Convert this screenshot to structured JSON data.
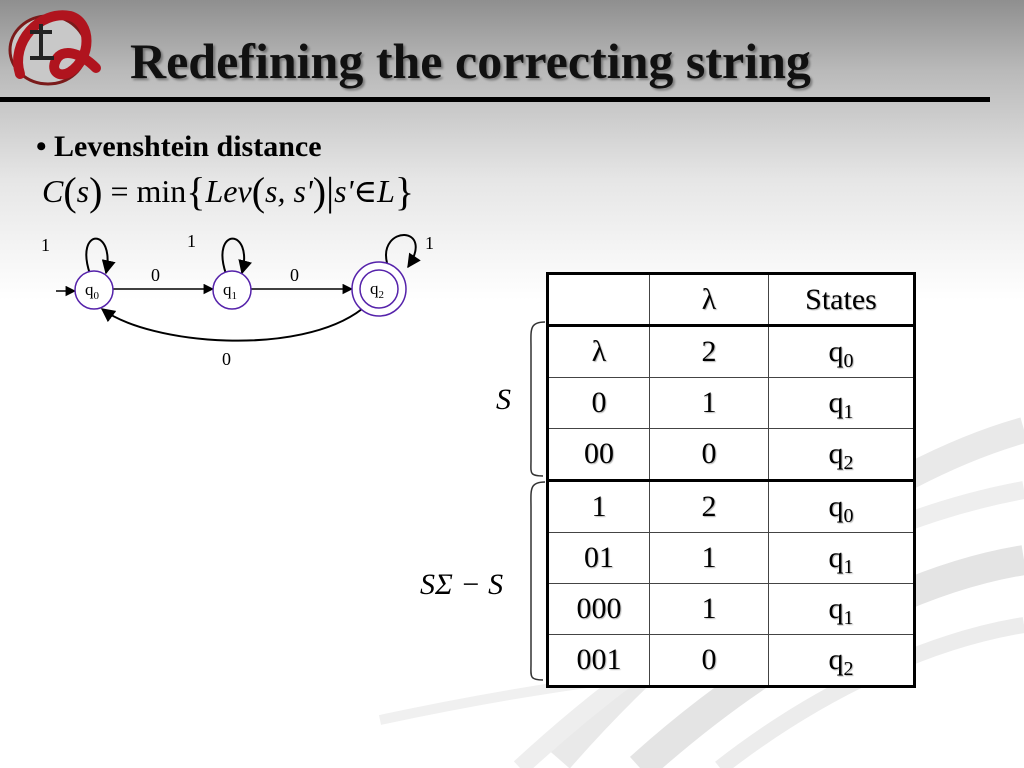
{
  "slide": {
    "title": "Redefining the correcting string",
    "bullet": "Levenshtein distance"
  },
  "formula": {
    "lhs_fn": "C",
    "lhs_arg": "s",
    "equals": "=",
    "op": "min",
    "inner_fn": "Lev",
    "inner_args": "s, s'",
    "cond_var": "s'",
    "cond_rel": "∈",
    "cond_set": "L"
  },
  "automaton": {
    "states": [
      {
        "base": "q",
        "sub": "0",
        "accepting": false,
        "initial": true
      },
      {
        "base": "q",
        "sub": "1",
        "accepting": false,
        "initial": false
      },
      {
        "base": "q",
        "sub": "2",
        "accepting": true,
        "initial": false
      }
    ],
    "self_loop_labels": [
      "1",
      "1",
      "1"
    ],
    "transition_labels": {
      "q0_q1": "0",
      "q1_q2": "0",
      "q2_q0": "0"
    },
    "accent_color": "#5522aa"
  },
  "side_labels": {
    "upper": "S",
    "lower": "SΣ − S"
  },
  "table": {
    "headers": [
      "",
      "λ",
      "States"
    ],
    "rows": [
      {
        "cells": [
          "λ",
          "2"
        ],
        "state": "q",
        "state_sub": "0"
      },
      {
        "cells": [
          "0",
          "1"
        ],
        "state": "q",
        "state_sub": "1"
      },
      {
        "cells": [
          "00",
          "0"
        ],
        "state": "q",
        "state_sub": "2"
      },
      {
        "cells": [
          "1",
          "2"
        ],
        "state": "q",
        "state_sub": "0"
      },
      {
        "cells": [
          "01",
          "1"
        ],
        "state": "q",
        "state_sub": "1"
      },
      {
        "cells": [
          "000",
          "1"
        ],
        "state": "q",
        "state_sub": "1"
      },
      {
        "cells": [
          "001",
          "0"
        ],
        "state": "q",
        "state_sub": "2"
      }
    ]
  },
  "icons": {
    "logo": "alpha-logo-icon"
  }
}
